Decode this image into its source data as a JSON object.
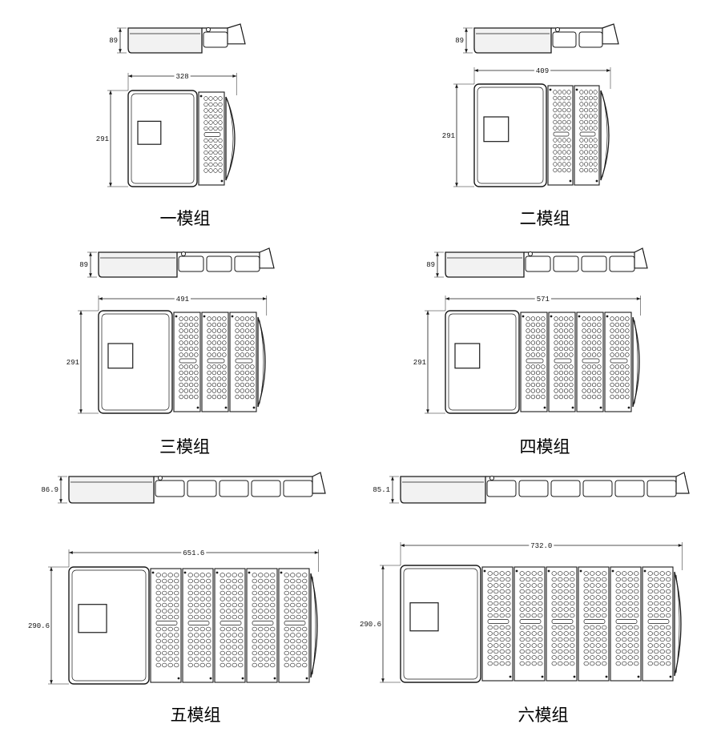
{
  "colors": {
    "line": "#1a1a1a",
    "panel_fill": "#f2f2f2",
    "background": "#ffffff"
  },
  "panels": [
    {
      "id": "m1",
      "modules": 1,
      "caption": "一模组",
      "height_label": "89",
      "width_label": "328",
      "depth_label": "291"
    },
    {
      "id": "m2",
      "modules": 2,
      "caption": "二模组",
      "height_label": "89",
      "width_label": "409",
      "depth_label": "291"
    },
    {
      "id": "m3",
      "modules": 3,
      "caption": "三模组",
      "height_label": "89",
      "width_label": "491",
      "depth_label": "291"
    },
    {
      "id": "m4",
      "modules": 4,
      "caption": "四模组",
      "height_label": "89",
      "width_label": "571",
      "depth_label": "291"
    },
    {
      "id": "m5",
      "modules": 5,
      "caption": "五模组",
      "height_label": "86.9",
      "width_label": "651.6",
      "depth_label": "290.6"
    },
    {
      "id": "m6",
      "modules": 6,
      "caption": "六模组",
      "height_label": "85.1",
      "width_label": "732.0",
      "depth_label": "290.6"
    }
  ]
}
